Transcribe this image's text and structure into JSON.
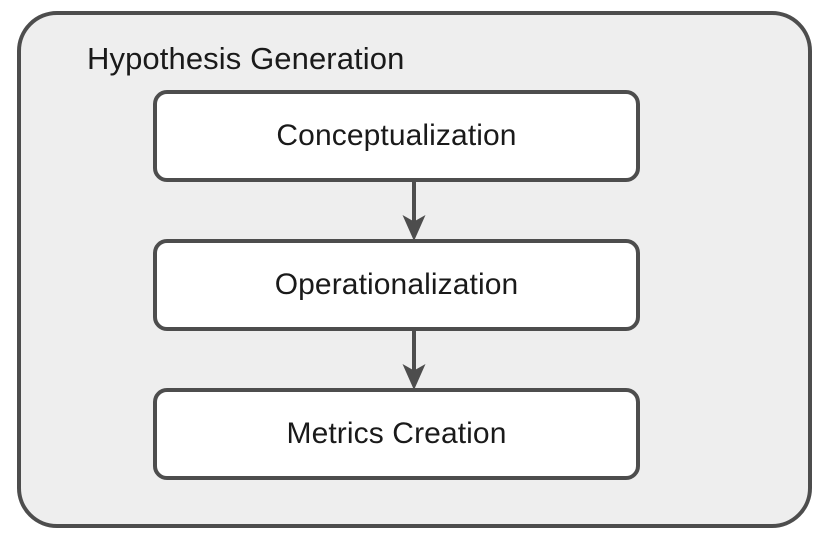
{
  "diagram": {
    "type": "flowchart",
    "orientation": "vertical",
    "group": {
      "title": "Hypothesis Generation",
      "background_color": "#eeeeee",
      "border_color": "#4d4d4d"
    },
    "nodes": [
      {
        "id": "conceptualization",
        "label": "Conceptualization",
        "background_color": "#ffffff",
        "border_color": "#4d4d4d"
      },
      {
        "id": "operationalization",
        "label": "Operationalization",
        "background_color": "#ffffff",
        "border_color": "#4d4d4d"
      },
      {
        "id": "metrics-creation",
        "label": "Metrics Creation",
        "background_color": "#ffffff",
        "border_color": "#4d4d4d"
      }
    ],
    "edges": [
      {
        "id": "edge-1",
        "from": "conceptualization",
        "to": "operationalization",
        "arrow": "down-arrow-icon",
        "color": "#4d4d4d"
      },
      {
        "id": "edge-2",
        "from": "operationalization",
        "to": "metrics-creation",
        "arrow": "down-arrow-icon",
        "color": "#4d4d4d"
      }
    ],
    "text_color": "#1a1a1a"
  }
}
